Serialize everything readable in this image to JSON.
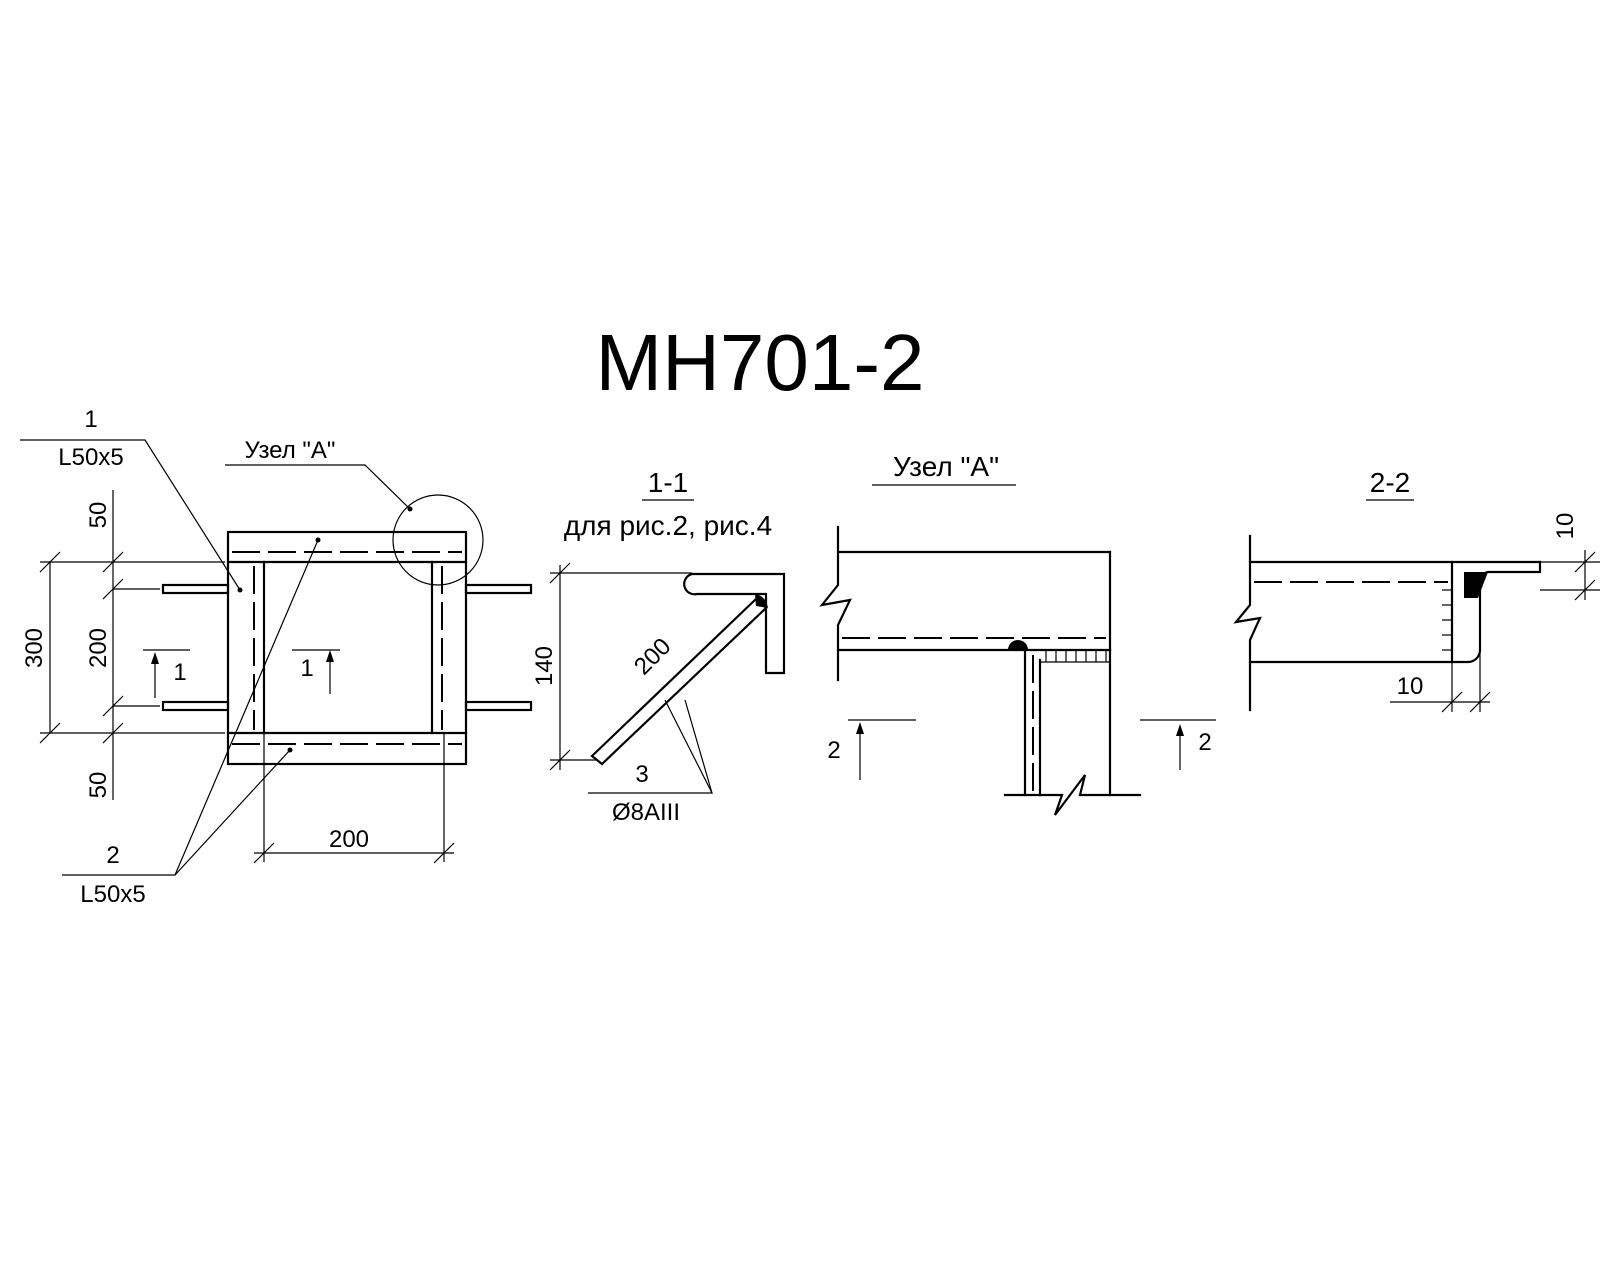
{
  "title": "МН701-2",
  "plan_view": {
    "callout_1": {
      "number": "1",
      "profile": "L50x5"
    },
    "callout_2": {
      "number": "2",
      "profile": "L50x5"
    },
    "node_label": "Узел \"А\"",
    "dims": {
      "top": "50",
      "height_total": "300",
      "height_mid": "200",
      "bottom": "50",
      "width": "200"
    },
    "section_mark_left": "1",
    "section_mark_right": "1"
  },
  "section_1_1": {
    "title": "1-1",
    "subtitle": "для рис.2, рис.4",
    "dim_height": "140",
    "dim_length": "200",
    "callout_number": "3",
    "rebar": "Ø8AIII"
  },
  "node_a": {
    "title": "Узел \"А\"",
    "section_mark_left": "2",
    "section_mark_right": "2"
  },
  "section_2_2": {
    "title": "2-2",
    "dim_vertical": "10",
    "dim_horizontal": "10"
  }
}
